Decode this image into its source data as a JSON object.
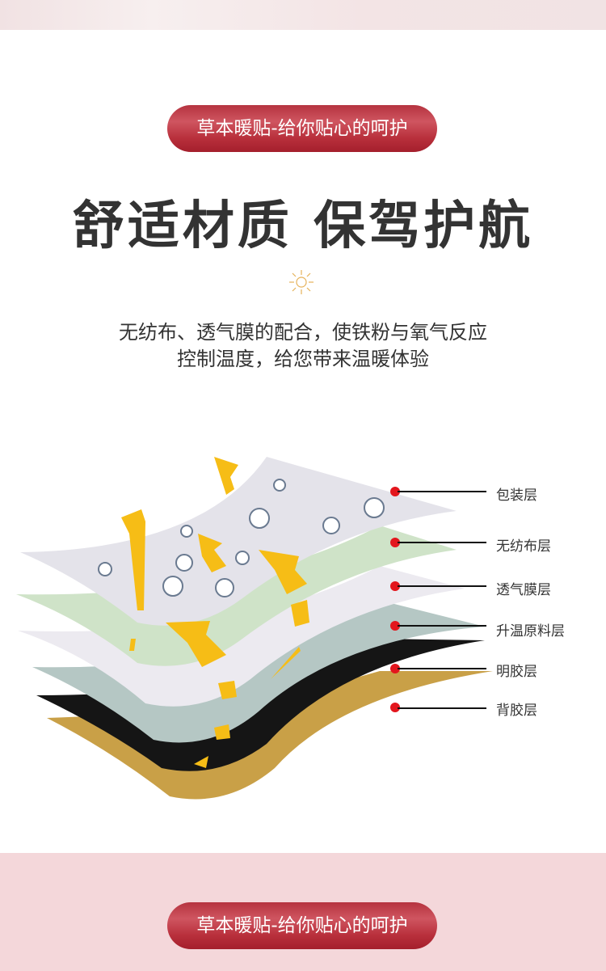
{
  "banner": {
    "slogan": "草本暖贴-给你贴心的呵护"
  },
  "headline": "舒适材质 保驾护航",
  "description": {
    "line1": "无纺布、透气膜的配合，使铁粉与氧气反应",
    "line2": "控制温度，给您带来温暖体验"
  },
  "layers": [
    {
      "label": "包装层",
      "color": "#e4e3ea"
    },
    {
      "label": "无纺布层",
      "color": "#cfe3c8"
    },
    {
      "label": "透气膜层",
      "color": "#eceaf0"
    },
    {
      "label": "升温原料层",
      "color": "#b5c7c4"
    },
    {
      "label": "明胶层",
      "color": "#151515"
    },
    {
      "label": "背胶层",
      "color": "#c9a047"
    }
  ],
  "footer": {
    "slogan": "草本暖贴-给你贴心的呵护"
  },
  "colors": {
    "accent": "#b5333f",
    "dot": "#e3161d",
    "arrow": "#f6bd16",
    "footer_bg": "#f4d7da"
  }
}
